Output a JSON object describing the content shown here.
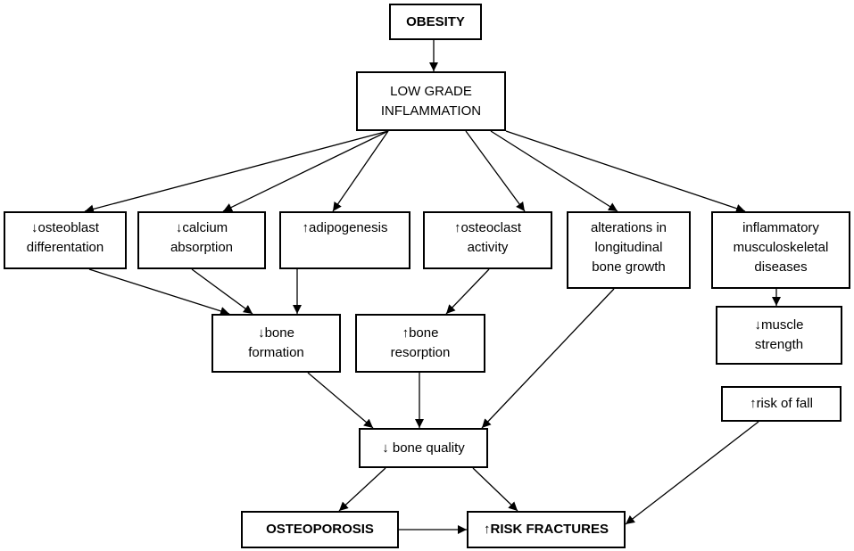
{
  "nodes": {
    "obesity": {
      "lines": [
        "OBESITY"
      ]
    },
    "inflammation": {
      "lines": [
        "LOW GRADE",
        "INFLAMMATION"
      ]
    },
    "osteoblast": {
      "lines": [
        "↓osteoblast",
        "differentation"
      ]
    },
    "calcium": {
      "lines": [
        "↓calcium",
        "absorption"
      ]
    },
    "adipogenesis": {
      "lines": [
        "↑adipogenesis"
      ]
    },
    "osteoclast": {
      "lines": [
        "↑osteoclast",
        "activity"
      ]
    },
    "longitudinal": {
      "lines": [
        "alterations in",
        "longitudinal",
        "bone growth"
      ]
    },
    "musculoskeletal": {
      "lines": [
        "inflammatory",
        "musculoskeletal",
        "diseases"
      ]
    },
    "bone_formation": {
      "lines": [
        "↓bone",
        "formation"
      ]
    },
    "bone_resorption": {
      "lines": [
        "↑bone",
        "resorption"
      ]
    },
    "muscle_strength": {
      "lines": [
        "↓muscle",
        "strength"
      ]
    },
    "risk_fall": {
      "lines": [
        "↑risk of fall"
      ]
    },
    "bone_quality": {
      "lines": [
        "↓ bone quality"
      ]
    },
    "osteoporosis": {
      "lines": [
        "OSTEOPOROSIS"
      ]
    },
    "risk_fractures": {
      "lines": [
        "↑RISK FRACTURES"
      ]
    }
  },
  "edges": [
    [
      "obesity",
      "inflammation"
    ],
    [
      "inflammation",
      "osteoblast"
    ],
    [
      "inflammation",
      "calcium"
    ],
    [
      "inflammation",
      "adipogenesis"
    ],
    [
      "inflammation",
      "osteoclast"
    ],
    [
      "inflammation",
      "longitudinal"
    ],
    [
      "inflammation",
      "musculoskeletal"
    ],
    [
      "osteoblast",
      "bone_formation"
    ],
    [
      "calcium",
      "bone_formation"
    ],
    [
      "adipogenesis",
      "bone_formation"
    ],
    [
      "osteoclast",
      "bone_resorption"
    ],
    [
      "musculoskeletal",
      "muscle_strength"
    ],
    [
      "bone_formation",
      "bone_quality"
    ],
    [
      "bone_resorption",
      "bone_quality"
    ],
    [
      "longitudinal",
      "bone_quality"
    ],
    [
      "bone_quality",
      "osteoporosis"
    ],
    [
      "bone_quality",
      "risk_fractures"
    ],
    [
      "osteoporosis",
      "risk_fractures"
    ],
    [
      "risk_fall",
      "risk_fractures"
    ]
  ]
}
